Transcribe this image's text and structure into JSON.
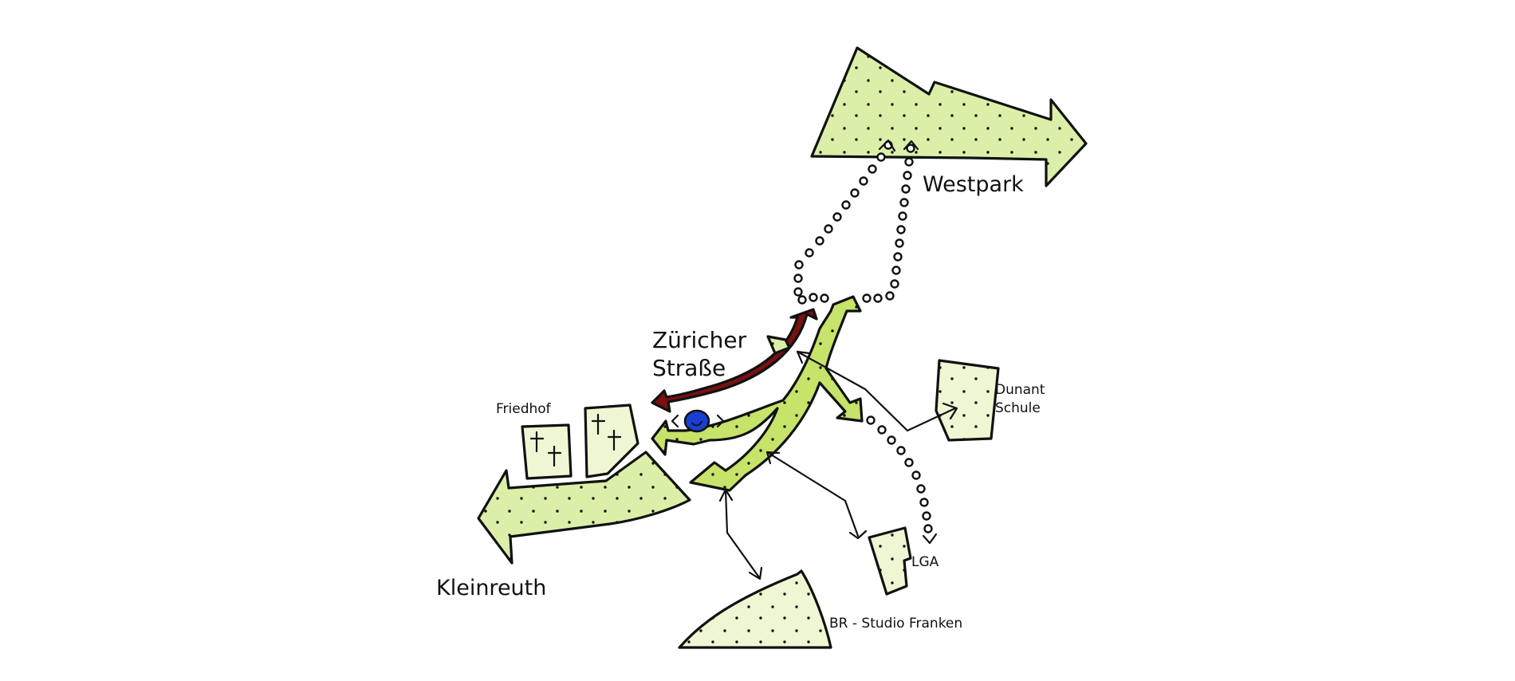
{
  "places": {
    "westpark": "Westpark",
    "zuricher_line1": "Züricher",
    "zuricher_line2": "Straße",
    "friedhof": "Friedhof",
    "dunant_line1": "Dunant",
    "dunant_line2": "Schule",
    "lga": "LGA",
    "kleinreuth": "Kleinreuth",
    "br_studio": "BR - Studio Franken"
  },
  "colors": {
    "light_green": "#dcefa8",
    "pale_green": "#eef6d3",
    "mid_green": "#c6e36a",
    "street_red": "#c0101a",
    "street_dark": "#7a1010",
    "marker_blue": "#1a3fd0",
    "outline": "#111111"
  },
  "icons": {
    "viewpoint": "eye-marker-icon",
    "grave": "cross-icon"
  }
}
